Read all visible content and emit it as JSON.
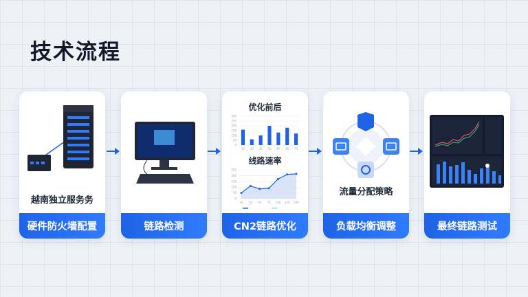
{
  "title": "技术流程",
  "steps": [
    {
      "label": "硬件防火墙配置",
      "caption": "越南独立服务务",
      "icon": "server-rack-icon"
    },
    {
      "label": "链路检测",
      "icon": "monitor-keyboard-icon"
    },
    {
      "label": "CN2链路优化",
      "icon": "charts"
    },
    {
      "label": "负载均衡调整",
      "caption": "流量分配策略",
      "icon": "load-balance-hub-icon"
    },
    {
      "label": "最终链路测试",
      "icon": "dashboard-screenshot-icon"
    }
  ],
  "chart_data": [
    {
      "type": "bar",
      "title": "优化前后",
      "categories": [
        "30",
        "20",
        "30",
        "50",
        "60",
        "40",
        "70"
      ],
      "values": [
        160,
        60,
        100,
        200,
        130,
        180,
        120
      ],
      "ylim": [
        0,
        300
      ],
      "yticks": [
        "300",
        "250",
        "200",
        "150",
        "100",
        "50",
        "0"
      ],
      "color": "#1e63e6"
    },
    {
      "type": "area",
      "title": "线路速率",
      "x": [
        "30",
        "50",
        "60",
        "70",
        "100",
        "110",
        "200"
      ],
      "values": [
        50,
        110,
        85,
        90,
        170,
        210,
        215
      ],
      "ylim": [
        0,
        250
      ],
      "yticks": [
        "250",
        "200",
        "150",
        "100",
        "50",
        "0"
      ],
      "color": "#1e63e6"
    }
  ],
  "colors": {
    "accent": "#1e63e6",
    "title": "#111827"
  }
}
